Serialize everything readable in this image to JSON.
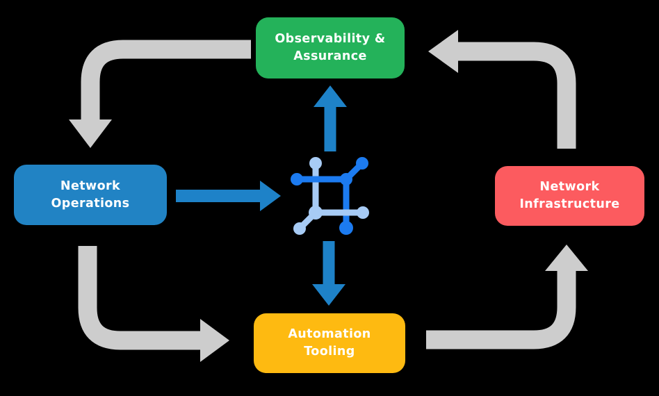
{
  "canvas": {
    "background": "#000000",
    "text_color": "#FFFFFF"
  },
  "boxes": {
    "observability": {
      "line1": "Observability &",
      "line2": "Assurance",
      "color": "#24B25A"
    },
    "operations": {
      "line1": "Network",
      "line2": "Operations",
      "color": "#2183C4"
    },
    "infrastructure": {
      "line1": "Network",
      "line2": "Infrastructure",
      "color": "#FC5B5F"
    },
    "tooling": {
      "line1": "Automation",
      "line2": "Tooling",
      "color": "#FEBA11"
    }
  },
  "center_icon": {
    "name": "network-automation-icon",
    "dark_color": "#1C7BF0",
    "light_color": "#A7CBF5"
  },
  "arrows": {
    "gray_color": "#CDCDCD",
    "blue_color": "#1E82C8",
    "cycle": [
      {
        "from": "Observability & Assurance",
        "to": "Network Operations"
      },
      {
        "from": "Network Operations",
        "to": "Automation Tooling"
      },
      {
        "from": "Automation Tooling",
        "to": "Network Infrastructure"
      },
      {
        "from": "Network Infrastructure",
        "to": "Observability & Assurance"
      }
    ],
    "center_links": [
      {
        "from": "Network Operations",
        "to": "center-icon"
      },
      {
        "from": "center-icon",
        "to": "Observability & Assurance"
      },
      {
        "from": "center-icon",
        "to": "Automation Tooling"
      }
    ]
  }
}
